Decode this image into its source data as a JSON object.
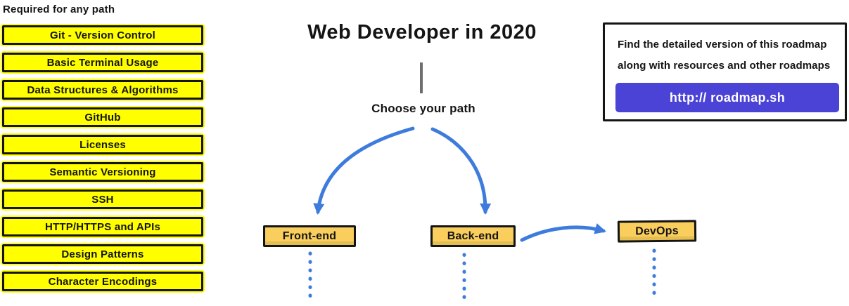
{
  "colors": {
    "yellow": "#FFFF00",
    "orange": "#F9CE5D",
    "blue": "#3D7CDC",
    "purple": "#4B43D6",
    "ink": "#141414",
    "gray-line": "#6E6E6E"
  },
  "sidebar": {
    "heading": "Required for any path",
    "items": [
      "Git - Version Control",
      "Basic Terminal Usage",
      "Data Structures & Algorithms",
      "GitHub",
      "Licenses",
      "Semantic Versioning",
      "SSH",
      "HTTP/HTTPS and APIs",
      "Design Patterns",
      "Character Encodings"
    ]
  },
  "header": {
    "title": "Web Developer in 2020"
  },
  "flow": {
    "choose_label": "Choose your path",
    "nodes": [
      {
        "label": "Front-end"
      },
      {
        "label": "Back-end"
      },
      {
        "label": "DevOps"
      }
    ]
  },
  "info_box": {
    "line1": "Find the detailed version of this roadmap",
    "line2": "along with resources and other roadmaps",
    "button_label": "http:// roadmap.sh"
  }
}
